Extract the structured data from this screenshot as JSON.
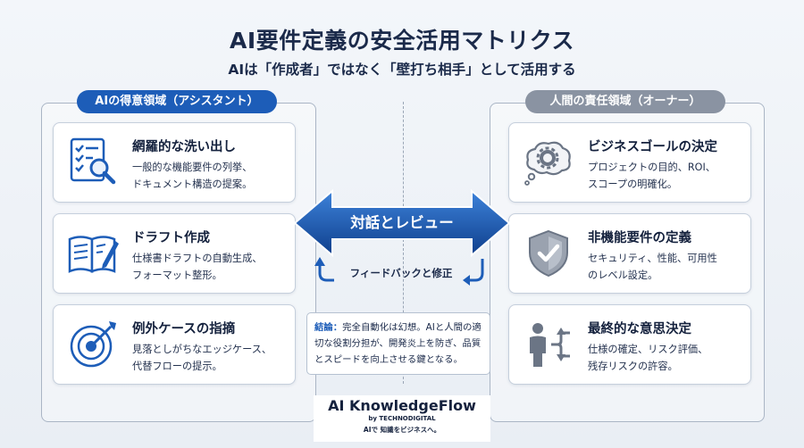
{
  "header": {
    "title": "AI要件定義の安全活用マトリクス",
    "subtitle": "AIは「作成者」ではなく「壁打ち相手」として活用する"
  },
  "left": {
    "label": "AIの得意領域（アシスタント）",
    "cards": [
      {
        "title": "網羅的な洗い出し",
        "desc": "一般的な機能要件の列挙、\nドキュメント構造の提案。",
        "icon": "checklist-search-icon"
      },
      {
        "title": "ドラフト作成",
        "desc": "仕様書ドラフトの自動生成、\nフォーマット整形。",
        "icon": "book-pencil-icon"
      },
      {
        "title": "例外ケースの指摘",
        "desc": "見落としがちなエッジケース、\n代替フローの提示。",
        "icon": "target-arrow-icon"
      }
    ]
  },
  "right": {
    "label": "人間の責任領域（オーナー）",
    "cards": [
      {
        "title": "ビジネスゴールの決定",
        "desc": "プロジェクトの目的、ROI、\nスコープの明確化。",
        "icon": "thought-gear-icon"
      },
      {
        "title": "非機能要件の定義",
        "desc": "セキュリティ、性能、可用性\nのレベル設定。",
        "icon": "shield-check-icon"
      },
      {
        "title": "最終的な意思決定",
        "desc": "仕様の確定、リスク評価、\n残存リスクの許容。",
        "icon": "person-decision-icon"
      }
    ]
  },
  "center": {
    "arrow_label": "対話とレビュー",
    "loop_label": "フィードバックと修正",
    "conclusion_label": "結論：",
    "conclusion_text": "完全自動化は幻想。AIと人間の適切な役割分担が、開発炎上を防ぎ、品質とスピードを向上させる鍵となる。"
  },
  "brand": {
    "name": "AI KnowledgeFlow",
    "by": "by TECHNODIGITAL",
    "tagline": "AIで 知識をビジネスへ。"
  },
  "colors": {
    "accent": "#1d5db8",
    "navy": "#14213d",
    "gray_pill": "#8a93a2"
  }
}
